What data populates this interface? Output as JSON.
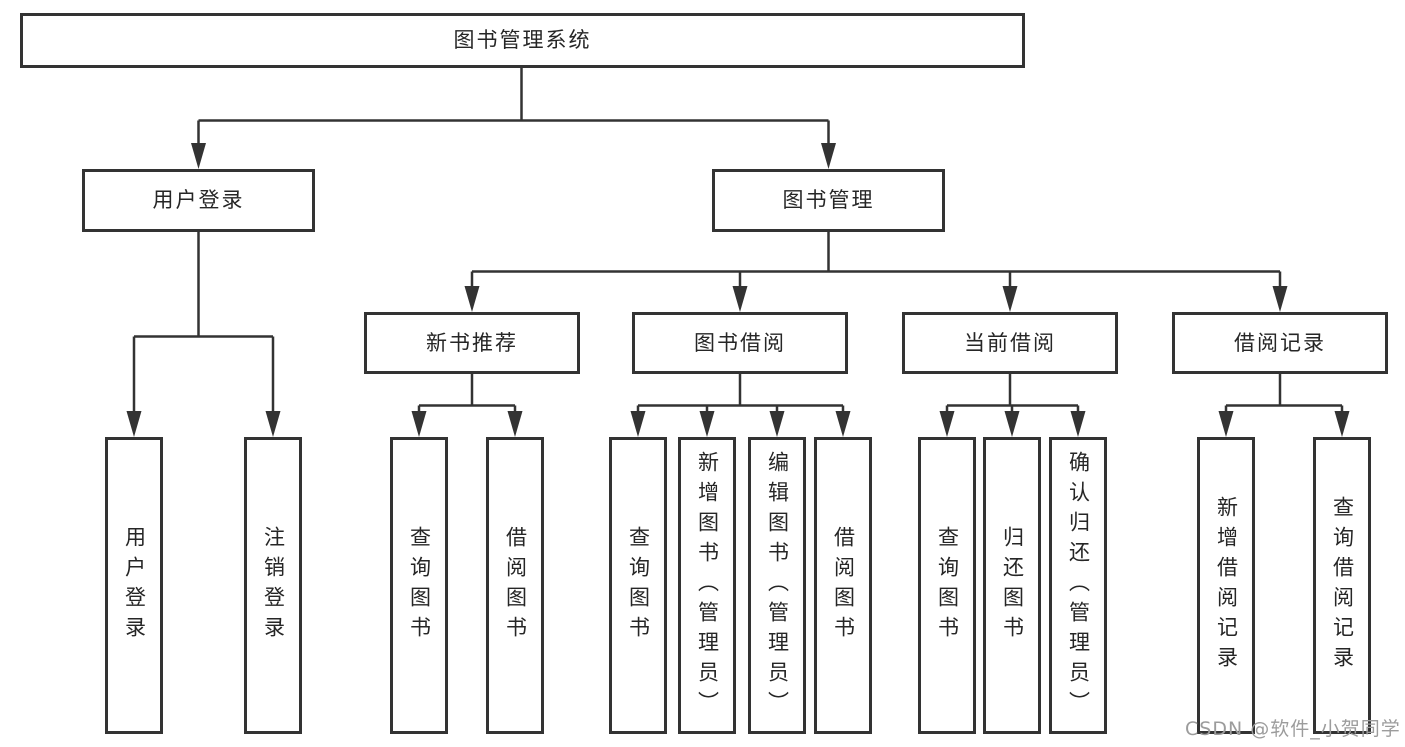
{
  "tree": {
    "label": "图书管理系统",
    "children": [
      {
        "label": "用户登录",
        "children": [
          {
            "label": "用户登录"
          },
          {
            "label": "注销登录"
          }
        ]
      },
      {
        "label": "图书管理",
        "children": [
          {
            "label": "新书推荐",
            "children": [
              {
                "label": "查询图书"
              },
              {
                "label": "借阅图书"
              }
            ]
          },
          {
            "label": "图书借阅",
            "children": [
              {
                "label": "查询图书"
              },
              {
                "label": "新增图书（管理员）"
              },
              {
                "label": "编辑图书（管理员）"
              },
              {
                "label": "借阅图书"
              }
            ]
          },
          {
            "label": "当前借阅",
            "children": [
              {
                "label": "查询图书"
              },
              {
                "label": "归还图书"
              },
              {
                "label": "确认归还（管理员）"
              }
            ]
          },
          {
            "label": "借阅记录",
            "children": [
              {
                "label": "新增借阅记录"
              },
              {
                "label": "查询借阅记录"
              }
            ]
          }
        ]
      }
    ]
  },
  "watermark": "CSDN @软件_小贺同学",
  "colors": {
    "line": "#333333",
    "text": "#262626",
    "background": "#ffffff",
    "watermark": "#9c9c9c"
  }
}
